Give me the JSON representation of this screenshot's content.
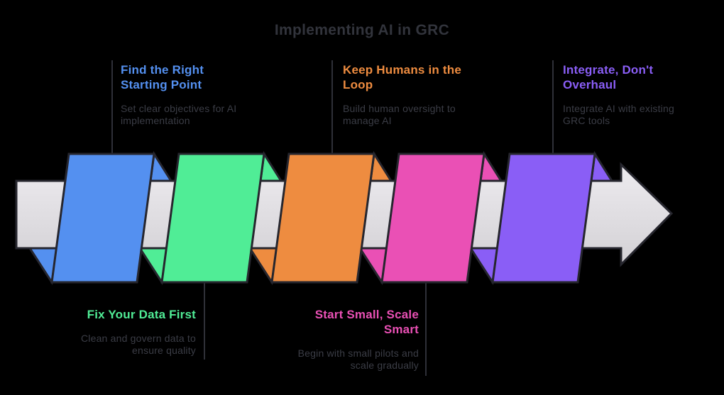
{
  "title": "Implementing AI in GRC",
  "colors": {
    "background": "#000000",
    "title_text": "#32343c",
    "description_text": "#3b3d46",
    "outline": "#26262e",
    "connector": "#2f3038",
    "arrow_fill_top": "#edebef",
    "arrow_fill_bottom": "#d3d1d5"
  },
  "steps": [
    {
      "title": "Find the Right\nStarting Point",
      "description": "Set clear objectives for AI\nimplementation",
      "color": "#5490f0",
      "label_position": "top"
    },
    {
      "title": "Fix Your Data First",
      "description": "Clean and govern data to\nensure quality",
      "color": "#50ed96",
      "label_position": "bottom"
    },
    {
      "title": "Keep Humans in the\nLoop",
      "description": "Build human oversight to\nmanage AI",
      "color": "#ee8c40",
      "label_position": "top"
    },
    {
      "title": "Start Small, Scale\nSmart",
      "description": "Begin with small pilots and\nscale gradually",
      "color": "#ea50b5",
      "label_position": "bottom"
    },
    {
      "title": "Integrate, Don't\nOverhaul",
      "description": "Integrate AI with existing\nGRC tools",
      "color": "#8a5ef6",
      "label_position": "top"
    }
  ]
}
